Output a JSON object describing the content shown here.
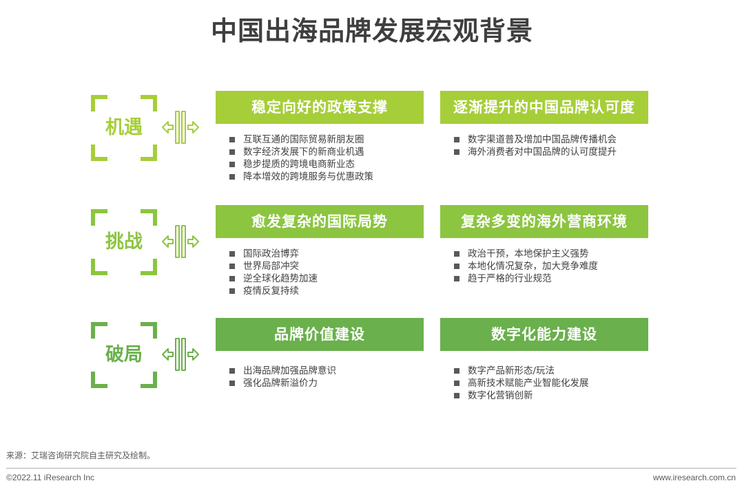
{
  "title": "中国出海品牌发展宏观背景",
  "colors": {
    "row1": "#a6ce39",
    "row2": "#8cc540",
    "row3": "#6ab04c",
    "title_text": "#3f3f3f",
    "body_text": "#404040",
    "bullet": "#595959"
  },
  "rows": [
    {
      "label": "机遇",
      "icon": "bracket-frame-icon",
      "connector_icon": "bidirectional-arrow-icon",
      "left_card": {
        "title": "稳定向好的政策支撑",
        "items": [
          "互联互通的国际贸易新朋友圈",
          "数字经济发展下的新商业机遇",
          "稳步提质的跨境电商新业态",
          "降本增效的跨境服务与优惠政策"
        ]
      },
      "right_card": {
        "title": "逐渐提升的中国品牌认可度",
        "items": [
          "数字渠道普及增加中国品牌传播机会",
          "海外消费者对中国品牌的认可度提升"
        ]
      }
    },
    {
      "label": "挑战",
      "icon": "bracket-frame-icon",
      "connector_icon": "bidirectional-arrow-icon",
      "left_card": {
        "title": "愈发复杂的国际局势",
        "items": [
          "国际政治博弈",
          "世界局部冲突",
          "逆全球化趋势加速",
          "疫情反复持续"
        ]
      },
      "right_card": {
        "title": "复杂多变的海外营商环境",
        "items": [
          "政治干预，本地保护主义强势",
          "本地化情况复杂，加大竞争难度",
          "趋于严格的行业规范"
        ]
      }
    },
    {
      "label": "破局",
      "icon": "bracket-frame-icon",
      "connector_icon": "bidirectional-arrow-icon",
      "left_card": {
        "title": "品牌价值建设",
        "items": [
          "出海品牌加强品牌意识",
          "强化品牌新溢价力"
        ]
      },
      "right_card": {
        "title": "数字化能力建设",
        "items": [
          "数字产品新形态/玩法",
          "高新技术赋能产业智能化发展",
          "数字化营销创新"
        ]
      }
    }
  ],
  "footer": {
    "source": "来源：艾瑞咨询研究院自主研究及绘制。",
    "copyright": "©2022.11 iResearch Inc",
    "website": "www.iresearch.com.cn"
  }
}
